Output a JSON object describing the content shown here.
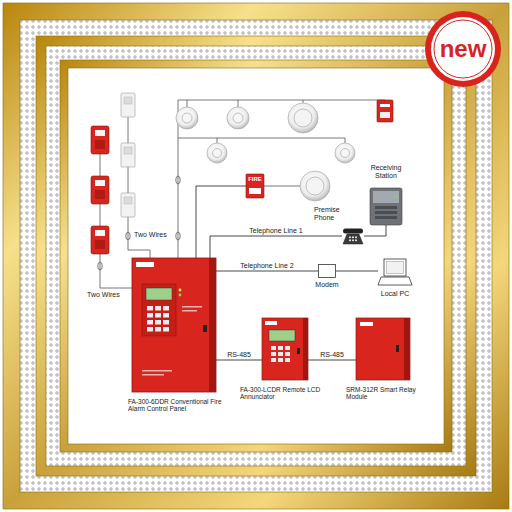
{
  "diagram": {
    "nodes": [
      {
        "text": [
          "new"
        ]
      },
      {
        "text": [
          "FIRE"
        ]
      },
      {
        "text": [
          "Receiving Station"
        ]
      },
      {
        "text": [
          "Premise Phone"
        ]
      },
      {
        "text": [
          "FA-300-6DDR Conventional Fire Alarm Control Panel"
        ]
      },
      {
        "text": [
          "Modem"
        ]
      },
      {
        "text": [
          "Local PC"
        ]
      },
      {
        "text": [
          "FA-300-LCDR Remote LCD Annunciator"
        ]
      },
      {
        "text": [
          "SRM-312R Smart Relay Module"
        ]
      }
    ],
    "edges": [
      {
        "from": 4,
        "to": 1,
        "arrow": "none"
      },
      {
        "from": 4,
        "to": 3,
        "label": "Telephone Line 1",
        "arrow": "none"
      },
      {
        "from": 3,
        "to": 2,
        "arrow": "none"
      },
      {
        "from": 4,
        "to": 5,
        "label": "Telephone Line 2",
        "arrow": "none"
      },
      {
        "from": 5,
        "to": 6,
        "arrow": "none"
      },
      {
        "from": 4,
        "to": 7,
        "label": "RS-485",
        "arrow": "none"
      },
      {
        "from": 7,
        "to": 8,
        "label": "RS-485",
        "arrow": "none"
      }
    ],
    "labels": [
      "Two Wires",
      "Two Wires"
    ]
  }
}
